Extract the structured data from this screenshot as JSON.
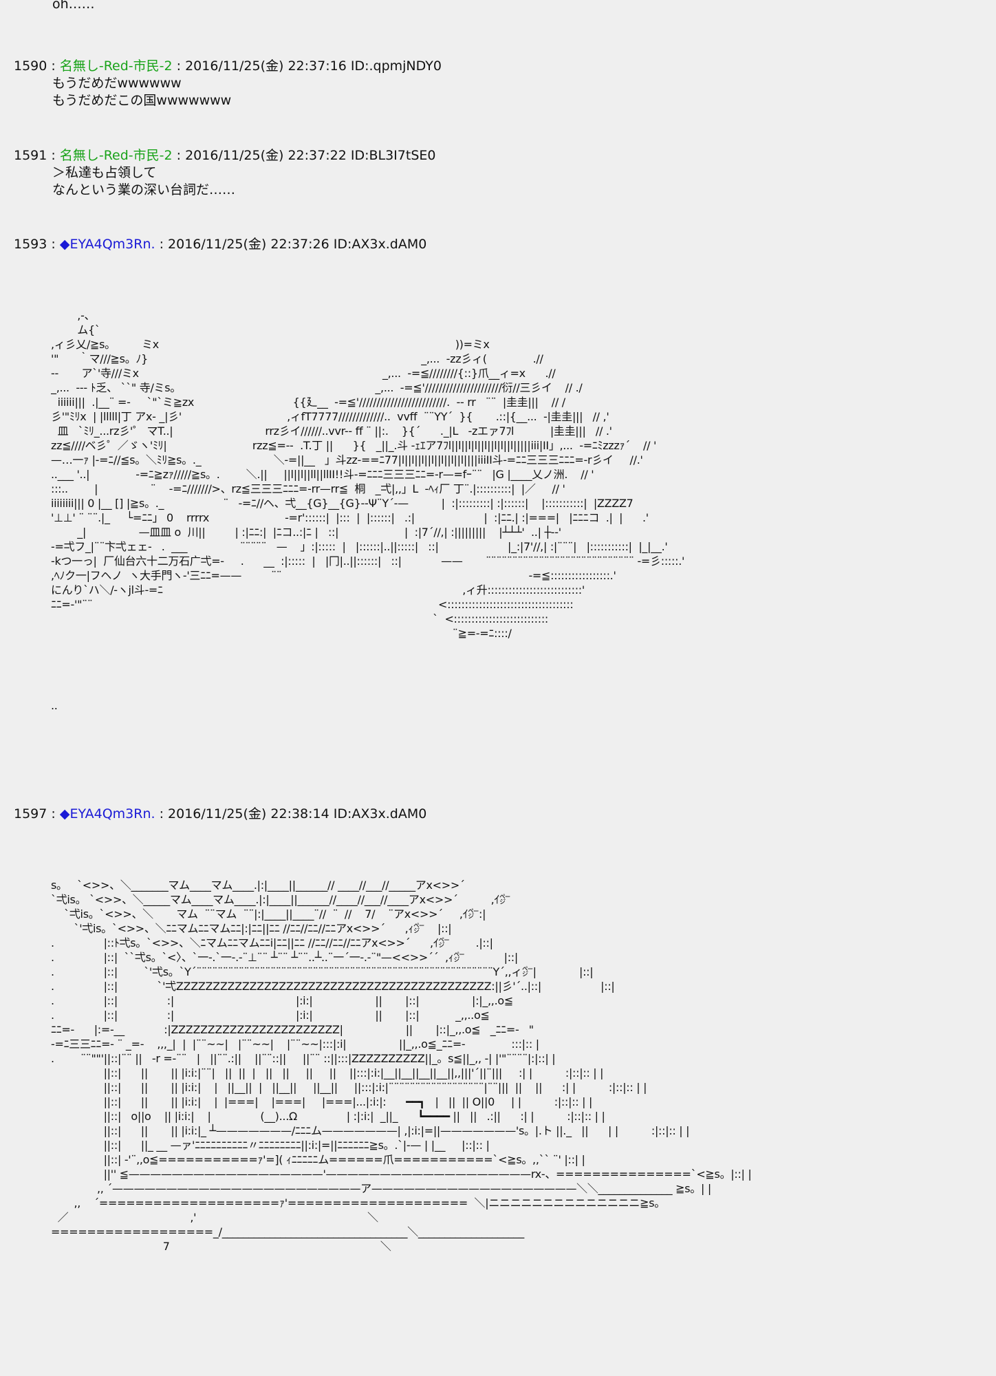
{
  "top_line": "oh……",
  "posts": [
    {
      "number": "1590",
      "sep": " : ",
      "name": "名無し-Red-市民-2",
      "meta": " : 2016/11/25(金) 22:37:16 ID:.qpmjNDY0",
      "lines": "もうだめだwwwwww\nもうだめだこの国wwwwwww"
    },
    {
      "number": "1591",
      "sep": " : ",
      "name": "名無し-Red-市民-2",
      "meta": " : 2016/11/25(金) 22:37:22 ID:BL3I7tSE0",
      "lines": "＞私達も占領して\nなんという業の深い台詞だ……"
    },
    {
      "number": "1593",
      "sep": " : ",
      "diamond": "◆",
      "name": "EYA4Qm3Rn.",
      "meta": " : 2016/11/25(金) 22:37:26 ID:AX3x.dAM0",
      "art": "        ,-、\n        ム{`\n,ィ彡乂/≧s。        ミx                                                                                          ))=ミx\n'\"      ｀マ///≧s。ﾉ}                                                                                   _,...  -zz彡ィ(              .//\n--       ア`'寺///ミx                                                                          _,...  -=≦////////{::}爪__ィ=x      .//\n_,...  --- ﾄ乏、 ``\" 寺/ミs。                                                           _,...  -=≦'//////////////////////衍//三彡イ    // ./\n  iiiiii|||  .|__¨ =-     `\"`ミ≧zx                              {{廴__  -=≦'/////////////////////////.  -- rr   ¨¨  |圭圭|||    // /\n彡'\"ﾐﾘx  | |lllll|丁 アx- _|彡'                                ,ィfT7777/////////////..  vvff  ¨¨YY´  }{       .::|{__...  -|圭圭|||   // ,'\n  皿   `ﾐﾘ_...rz彡'゜ マT..|                            rrz彡イ//////..vvr-- ff ¨ ||:.    }{´      ._|L   -zエァ7ﾌl           |圭圭|||   // .'\nzz≦////ベ彡゜／ゞヽ'ﾐﾘ|                          rzz≦=--  .T.丁 ||      }{   _||_.斗 -ｪｴア7ﾌl||l||l|l||l||l|l||l|||||iii|II」,...  -=ﾆﾐzzzｧ´    // '\n—…一ｧ |-=ﾆ//≦s。＼ﾐﾘ≧s。._                      ＼-=||__   」斗zz-==ﾆ77|l||l||l||l||l||l||l||||iiiII斗-=ﾆﾆ三三三ﾆﾆﾆ=-r彡イ     //.'\n..___ '..|              -=ﾆ≧zｧ/////≧s。.        ＼.||     ||l||l||ll||llII!!斗-=ﾆﾆﾆ三三三ﾆﾆ=-r—=fｰ¨¨   |G |____乂ノ洲.    // '\n:::..        |                ¨    -=ﾆ///////>、rz≦三三三ﾆﾆﾆ=-rr—rr≦  桐   _弌|,,」L  -ﾍｨ厂 丁¨.|::::::::::|  |／     // '\niiiiiiii||| 0 |__ [] |≧s。._                  ¨   -=ﾆ//ヘ、弌__{G}__{G}--Ψ¨Y´-—          |  :|:::::::::| :|::::::|    |:::::::::::|  |ZZZZ7\n'⊥⊥' ¨ ¨¨.|_     └=ﾆﾆ」 0    rrrrx                       -=r'::::::|  |:::  |  |::::::|   .:|                     |  :|ﾆﾆ.| :|===|   |ﾆﾆﾆコ  .|  |      .'\n        _|                —皿皿 o  川||         | :|ﾆﾆ:|  |ﾆコ..:|ﾆ |   ::|                    |  :|7´//,| :|||||||||    |┴┴┴'  ..| ┼--'\n-=弌フ_|¨¨卞弌ェェ-   .  ___                ¨¨¨¨¨   —    」:|:::::  |   |::::::|..||:::::|   ::|                     |_:|7'//,| :|¨¨¨|   |:::::::::::|  |_|__.'\n-kつ一っ|  厂仙台六十二万石广弌=-     .      __  :|:::::  |   |冂|..||::::::|   ::|            ——       ¨¨¨¨¨¨¨¨¨¨¨¨¨¨¨¨¨¨¨¨¨¨¨¨¨¨¨¨ -=彡:::::.'\n,ﾍﾉク一|フヘノ  ヽ大手門ヽ-'三ﾆﾆ=——         ¨¨                                                                           -=≦:::::::::::::::::.'\nにんり`ハ＼/-ヽjl斗-=ﾆ                                                                                           ,ィ升:::::::::::::::::::::::::::'\nﾆﾆ=-'\"¨¨                                                                                                         <::::::::::::::::::::::::::::::::::::\n                                                                                                                    `  <:::::::::::::::::::::::::::\n                                                                                                                          ¨≧=-=ﾆ::::/\n\n\n\n\n..\n"
    },
    {
      "number": "1597",
      "sep": " : ",
      "diamond": "◆",
      "name": "EYA4Qm3Rn.",
      "meta": " : 2016/11/25(金) 22:38:14 ID:AX3x.dAM0",
      "art": "s。   `<>>、＼_______マム____マム____.|:|____||______// ____//___//_____アx<>>´\n`弌is。 `<>>、＼_____マム____マム____.|:|____||______//____//___//____アx<>>´          ,ｲ㌻\n    `弌is。`<>>、＼       マム  ¨¨マム  ¨¨|:|____||____¨//  ¨  //    7/    ¨アx<>>´     ,ｲ㌻:|\n       `'弌is。`<>>、＼ﾆﾆマムﾆﾆマムﾆﾆ|:|ﾆﾆ||ﾆﾆ //ﾆﾆ//ﾆﾆ//ﾆﾆアx<>>´      ,ｨ㌻    |::|\n.               |::ﾄ弌s。`<>>、＼ﾆマムﾆﾆマムﾆﾆi|ﾆﾆ||ﾆﾆ //ﾆﾆ//ﾆﾆ//ﾆﾆアx<>>´      ,ｲ㌻        .|::|\n.               |::|  ``弌s。`<〉、`一-.`一-.-¨⊥¨¨ ┴¨¨ ┴¨¨..┴..¨一´一-.-¨\"—<<>>´´  ,ｨ㌻            |::|\n.               |::|        `'弌s。`Y´¨¨¨¨¨¨¨¨¨¨¨¨¨¨¨¨¨¨¨¨¨¨¨¨¨¨¨¨¨¨¨¨¨¨¨¨¨¨¨¨¨¨¨¨¨¨¨¨¨¨¨¨¨¨¨¨Y´,,ィ㌻|             |::|\n.               |::|            `'弌ZZZZZZZZZZZZZZZZZZZZZZZZZZZZZZZZZZZZZZZZZZZ:||彡'´..|::|                  |::|\n.               |::|               :|                                     |:i:|                   ||       |::|                |:|_,,.o≦\n.               |::|               :|                                     |:i:|                   ||       |::|           _,,..o≦\nﾆﾆ=-      |:=-__            :|ZZZZZZZZZZZZZZZZZZZZZZZ|                   ||       |::|_,,.o≦   _ﾆﾆ=-   \"\n-=ﾆ三三ﾆﾆ=- ¨ _=-    ,,,_|  |  |¨¨~~|   |¨¨~~|    |¨¨~~|:::|:i|                ||_,,.o≦_ﾆﾆ=-              :::|:: |\n.        ¨¨\"\"'||::|¨¨ ||   -r =-¨¨   |   ||¨¨.:||    ||¨¨::||     ||¨¨ ::||:::|ZZZZZZZZZZ||_。s≦||_,, -| |'\"¨¨¨¨|:|::| |\n                ||::|      ||       || |i:i:|¨¨|   ||  ||  |   ||   ||     ||     ||    ||:::|:i:|__||__||__||__||,,|||'´||¨|||     :| |          :|::|:: | |\n                ||::|      ||       || |i:i:|    |   ||__||  |   ||__||     ||__||     ||:::|:i:|¨¨¨¨¨¨¨¨¨¨¨¨¨¨¨¨¨¨|¨¨|||  ||    ||      :| |          :|::|:: | |\n                ||::|      ||       || |i:i:|    |  |===|    |===|     |===|...|:i:|:      ━━┓   |   ||  || O||0     | |          :|::|:: | |\n                ||::|   o||o    || |i:i:|    |               (__)...Ω               | :|:i:|  _||_      ┗━━━━ ||   ||   .:||      :| |          :|::|:: | |\n                ||::|      ||       || |i:i:|_ ┴———————/ﾆﾆﾆム———————| ,|:i:|=||———————'s。|.ト ||._   ||      | |          :|::|:: | |\n                ||::|      ||_ __ —ァ'ﾆﾆﾆﾆﾆﾆﾆﾆﾆﾆ〃ﾆﾆﾆﾆﾆﾆﾆﾆ||:i:|=||ﾆﾆﾆﾆﾆﾆ≧s。.`|-— | |__     |::|:: |\n                ||::| -'¨,,o≦===========ｧ'=]( ｨﾆﾆﾆﾆﾆム======爪===========`<≧s。,,`` ¨' |::| |\n                ||'' ≦——————————————————'———————————————————rx-、===============`<≧s。|::| |\n              ,, ´———————————————————————ア———————————————————＼＼______________ ≧s。| |\n       ,,    ´====================ｧ'====================  ＼|ニニニニニニニニニニニニニニ≧s。\n  ／                                     ,'                                                    ＼\n==================_/___________________________________＼____________________\n                                  7                                                                ＼"
    }
  ]
}
